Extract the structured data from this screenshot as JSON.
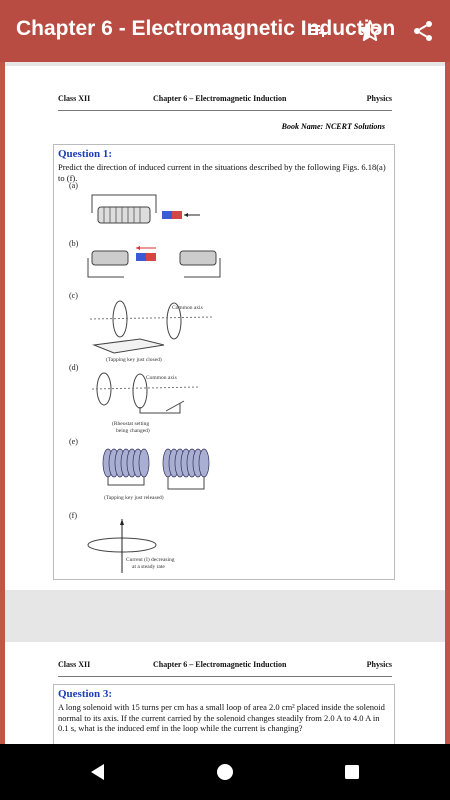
{
  "appbar": {
    "title": "Chapter 6 - Electromagnetic Induction",
    "icons": [
      "playlist-add-icon",
      "star-half-icon",
      "share-icon"
    ]
  },
  "page1": {
    "header": {
      "left": "Class XII",
      "center": "Chapter 6 – Electromagnetic Induction",
      "right": "Physics"
    },
    "book_name": "Book Name: NCERT Solutions",
    "question": {
      "title": "Question 1:",
      "line1": "Predict the direction of induced current in the situations described by the following Figs. 6.18(a)",
      "line2": "to (f)."
    },
    "figures": {
      "a": "(a)",
      "b": "(b)",
      "c": "(c)",
      "c_axis": "Common axis",
      "c_caption": "(Tapping key just closed)",
      "d": "(d)",
      "d_axis": "Common axis",
      "d_caption1": "(Rheostat setting",
      "d_caption2": "being changed)",
      "e": "(e)",
      "e_caption": "(Tapping key just released)",
      "f": "(f)",
      "f_caption1": "Current (I) decreasing",
      "f_caption2": "at a steady rate"
    }
  },
  "page2": {
    "header": {
      "left": "Class XII",
      "center": "Chapter 6 – Electromagnetic Induction",
      "right": "Physics"
    },
    "question": {
      "title": "Question 3:",
      "line1": "A long solenoid with 15 turns per cm has a small loop of area 2.0 cm² placed inside the solenoid",
      "line2": "normal to its axis. If the current carried by the solenoid changes steadily from 2.0 A to 4.0 A in",
      "line3": "0.1 s, what is the induced emf in the loop while the current is changing?"
    }
  },
  "navbar": {
    "icons": [
      "back-icon",
      "home-icon",
      "recents-icon"
    ]
  }
}
